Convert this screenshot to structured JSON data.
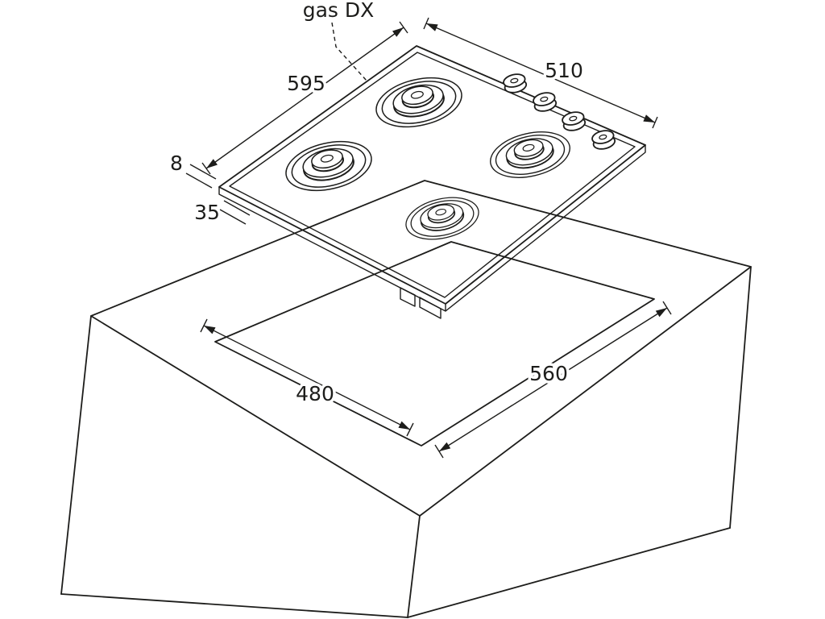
{
  "diagram": {
    "colors": {
      "line": "#1d1d1b",
      "background": "#ffffff"
    },
    "labels": {
      "gas_connection": "gas DX",
      "hob_width": "595",
      "hob_depth": "510",
      "hob_edge_thickness": "8",
      "hob_build_in_height": "35",
      "cutout_depth": "480",
      "cutout_width": "560"
    }
  }
}
